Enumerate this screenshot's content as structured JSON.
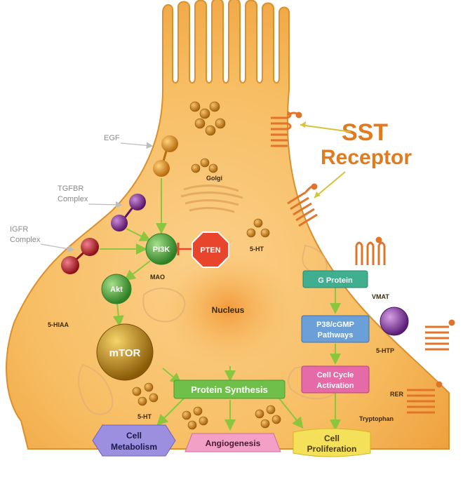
{
  "title": {
    "line1": "SST",
    "line2": "Receptor"
  },
  "external_labels": {
    "egf": "EGF",
    "tgfbr_1": "TGFBR",
    "tgfbr_2": "Complex",
    "igfr_1": "IGFR",
    "igfr_2": "Complex"
  },
  "nodes": {
    "pi3k": "PI3K",
    "pten": "PTEN",
    "akt": "Akt",
    "mtor": "mTOR",
    "g_protein": "G Protein",
    "p38_1": "P38/cGMP",
    "p38_2": "Pathways",
    "cell_cycle_1": "Cell Cycle",
    "cell_cycle_2": "Activation",
    "protein_synthesis": "Protein Synthesis",
    "cell_metabolism_1": "Cell",
    "cell_metabolism_2": "Metabolism",
    "angiogenesis": "Angiogenesis",
    "cell_proliferation_1": "Cell",
    "cell_proliferation_2": "Proliferation"
  },
  "organelles": {
    "golgi": "Golgi",
    "nucleus": "Nucleus",
    "mao": "MAO",
    "vmat": "VMAT",
    "rer": "RER",
    "five_ht_top": "5-HT",
    "five_ht_bottom": "5-HT",
    "five_hiaa": "5-HIAA",
    "five_htp": "5-HTP",
    "tryptophan": "Tryptophan"
  },
  "colors": {
    "cell_body": "#f6b95a",
    "cell_outline": "#d9902e",
    "receptor": "#e0742a",
    "title": "#e07b20",
    "arrow": "#8cc63f",
    "egf_ball": "#d98a1c",
    "tgfbr_ball": "#7b2a8a",
    "igfr_ball": "#b81c24",
    "green_node": "#4aa33a",
    "pten": "#e8452c",
    "mtor": "#b8860b",
    "vmat": "#7d3a9a"
  }
}
